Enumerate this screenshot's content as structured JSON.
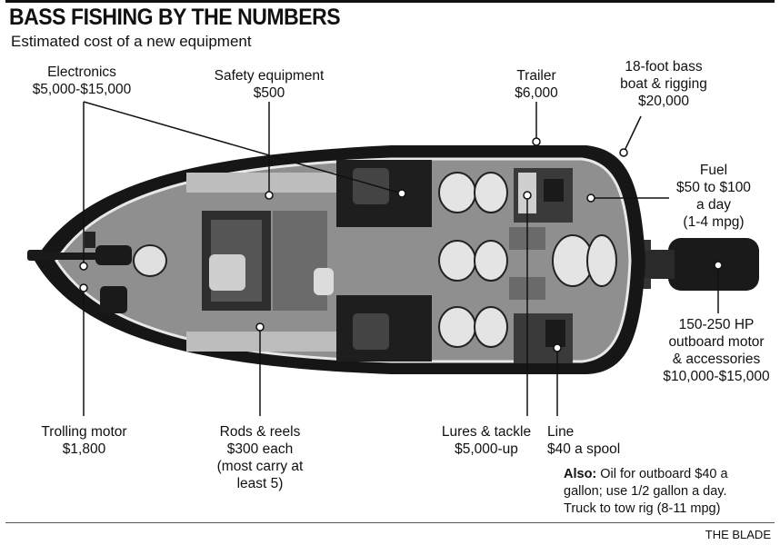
{
  "title": "BASS FISHING BY THE NUMBERS",
  "subtitle": "Estimated cost of a new equipment",
  "labels": {
    "electronics": {
      "name": "Electronics",
      "cost": "$5,000-$15,000"
    },
    "safety": {
      "name": "Safety equipment",
      "cost": "$500"
    },
    "trailer": {
      "name": "Trailer",
      "cost": "$6,000"
    },
    "boat": {
      "line1": "18-foot bass",
      "line2": "boat & rigging",
      "cost": "$20,000"
    },
    "fuel": {
      "name": "Fuel",
      "line2": "$50 to $100",
      "line3": "a day",
      "line4": "(1-4 mpg)"
    },
    "motor": {
      "line1": "150-250 HP",
      "line2": "outboard motor",
      "line3": "& accessories",
      "cost": "$10,000-$15,000"
    },
    "trolling": {
      "name": "Trolling motor",
      "cost": "$1,800"
    },
    "rods": {
      "name": "Rods & reels",
      "cost": "$300 each",
      "line3": "(most carry at",
      "line4": "least 5)"
    },
    "lures": {
      "name": "Lures & tackle",
      "cost": "$5,000-up"
    },
    "line": {
      "name": "Line",
      "cost": "$40 a spool"
    }
  },
  "also": {
    "lead": "Also:",
    "text1": " Oil for outboard $40 a",
    "text2": "gallon; use 1/2 gallon a day.",
    "text3": "Truck to tow rig (8-11 mpg)"
  },
  "credit": "THE BLADE"
}
